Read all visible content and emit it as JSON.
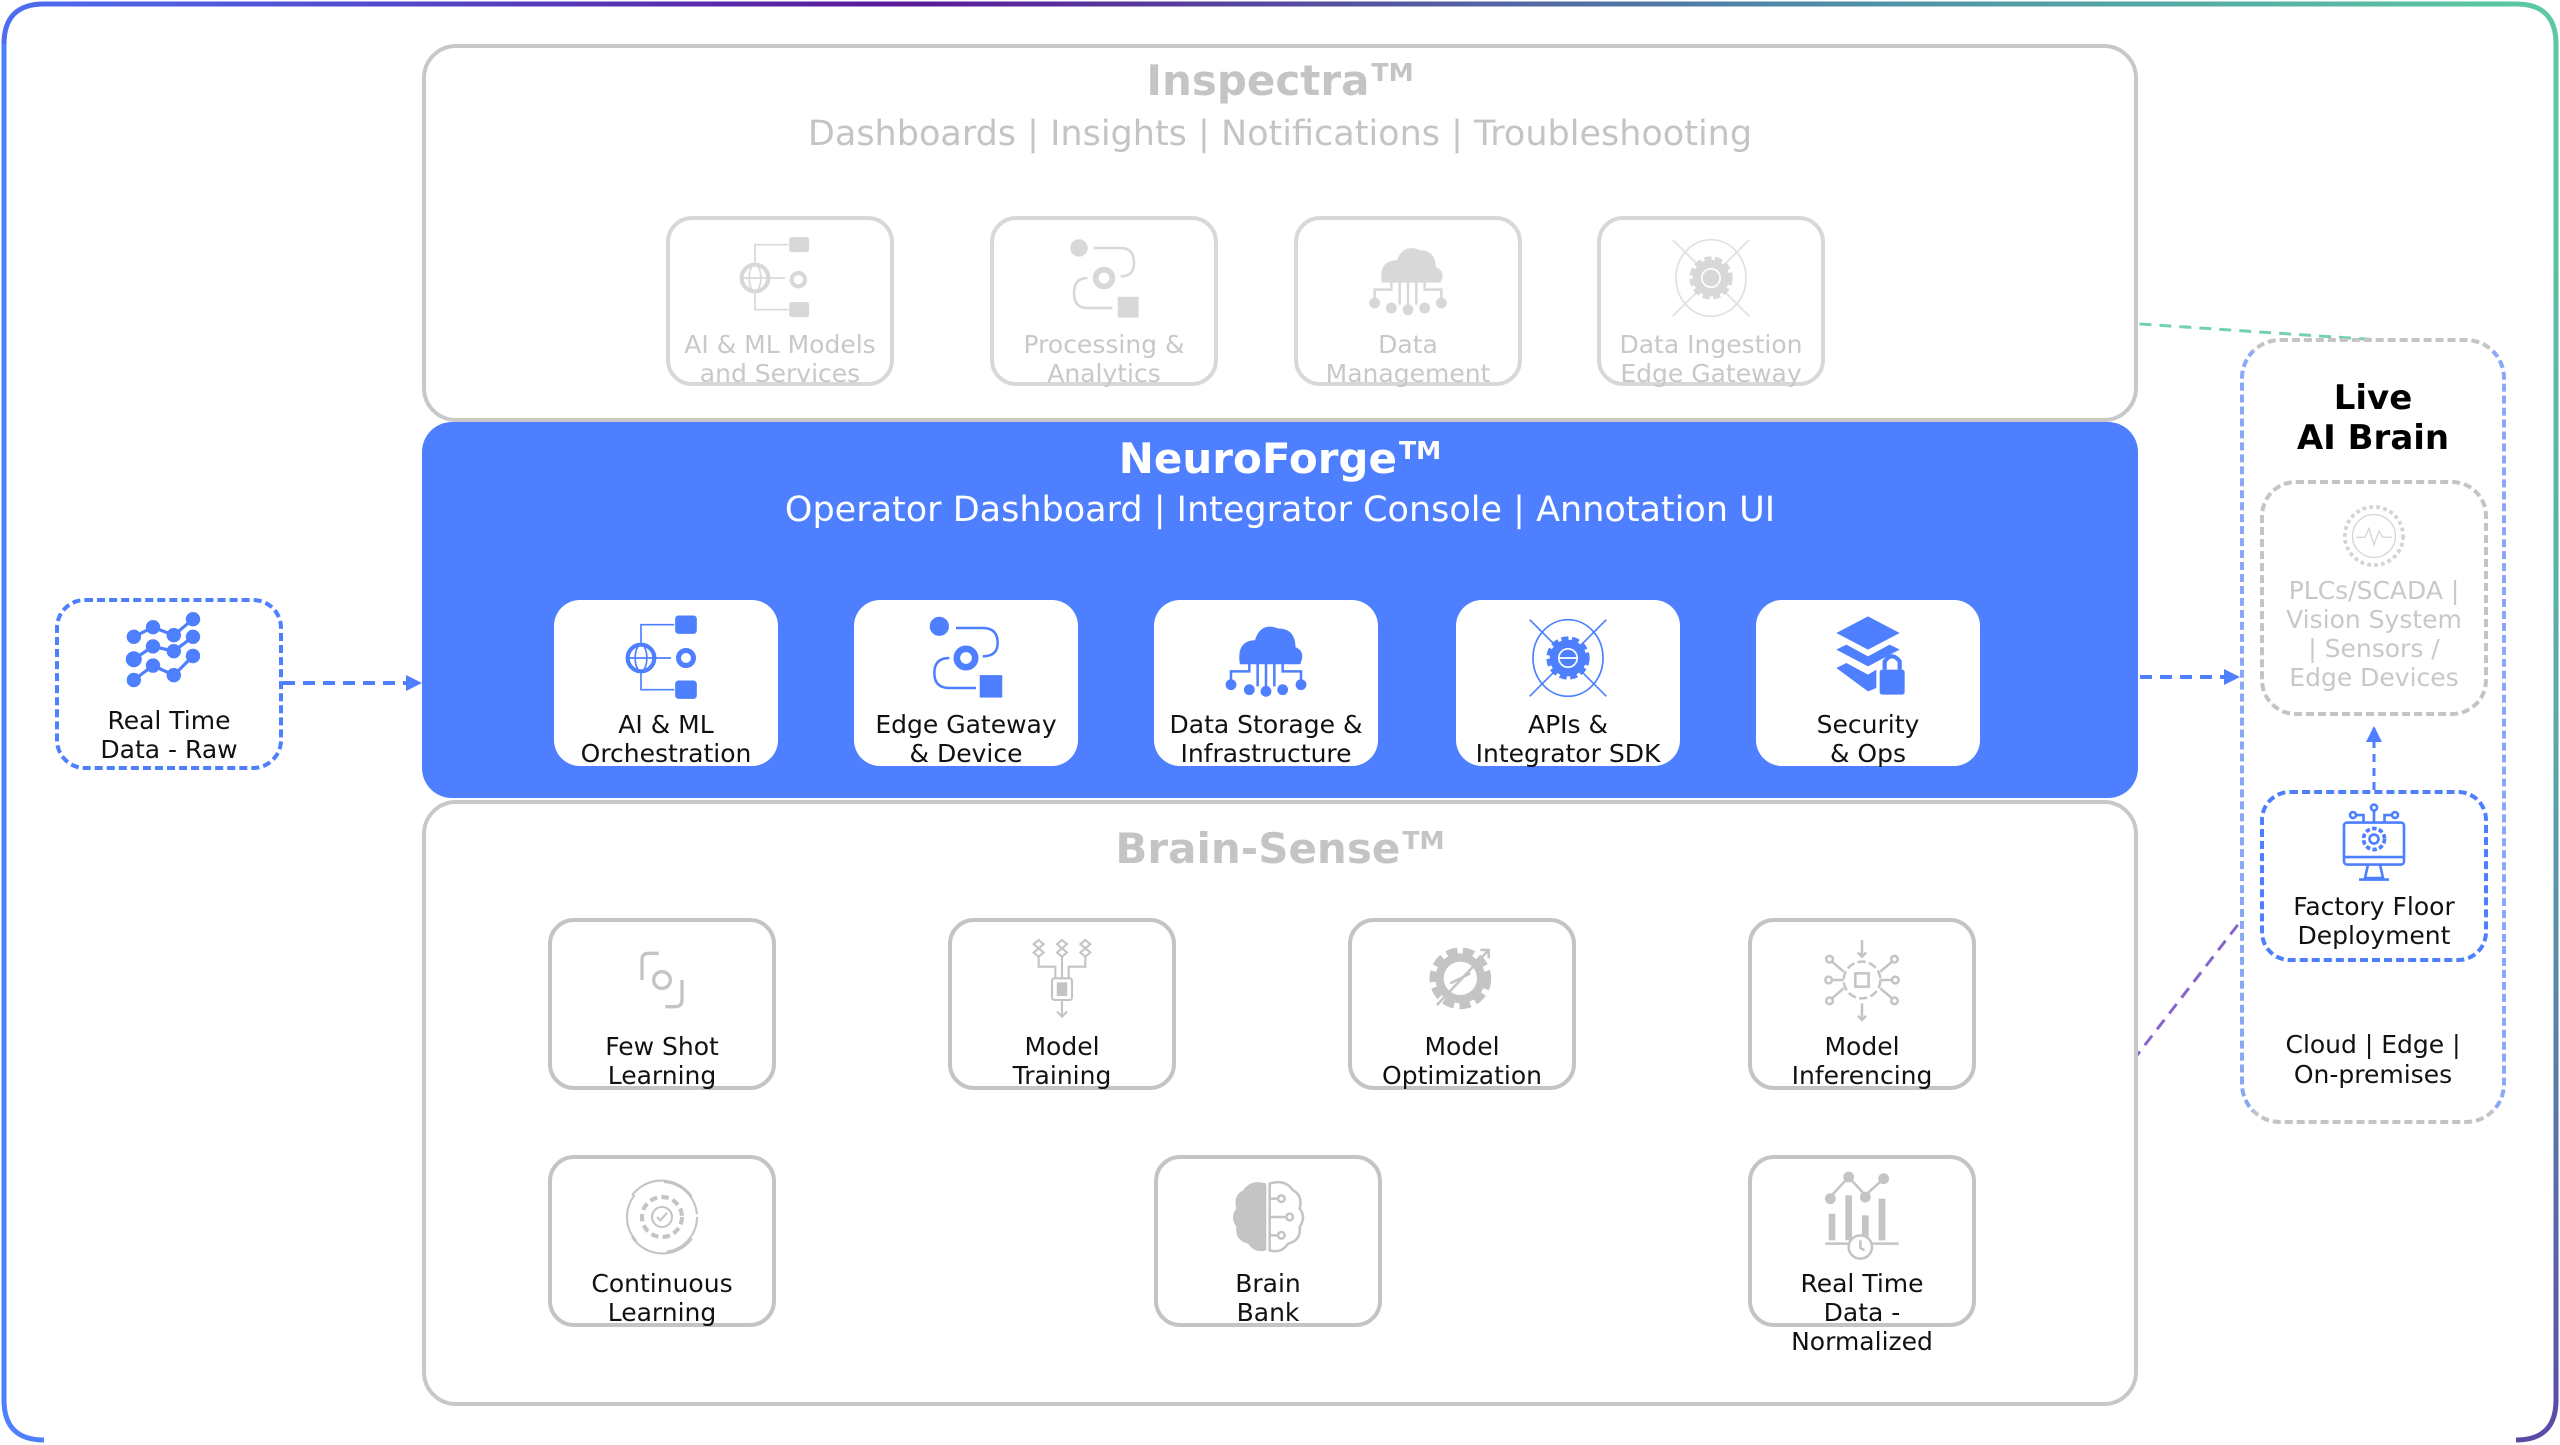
{
  "colors": {
    "accent_blue": "#4d7ffe",
    "faded_grey": "#c8c8c8",
    "border_grey": "#c4c4c4",
    "text_dark": "#111111",
    "frame_gradient": [
      "#4d7ffe",
      "#5b1a99",
      "#5ccaa0"
    ],
    "purple_dash": "#6b3fbf",
    "teal_dash": "#5ccaa0"
  },
  "inspectra": {
    "title": "Inspectra",
    "tm": "TM",
    "subtitle": "Dashboards | Insights | Notifications | Troubleshooting",
    "cards": [
      {
        "label_1": "AI & ML Models",
        "label_2": "and Services",
        "icon": "org-chart-globe-icon"
      },
      {
        "label_1": "Processing &",
        "label_2": "Analytics",
        "icon": "process-cycle-icon"
      },
      {
        "label_1": "Data",
        "label_2": "Management",
        "icon": "cloud-network-icon"
      },
      {
        "label_1": "Data Ingestion",
        "label_2": "Edge Gateway",
        "icon": "gear-globe-arrows-icon"
      }
    ]
  },
  "neuroforge": {
    "title": "NeuroForge",
    "tm": "TM",
    "subtitle": "Operator Dashboard | Integrator Console | Annotation UI",
    "cards": [
      {
        "label_1": "AI & ML",
        "label_2": "Orchestration",
        "icon": "org-chart-globe-icon"
      },
      {
        "label_1": "Edge Gateway",
        "label_2": "& Device",
        "icon": "process-cycle-icon"
      },
      {
        "label_1": "Data Storage &",
        "label_2": "Infrastructure",
        "icon": "cloud-network-icon"
      },
      {
        "label_1": "APIs &",
        "label_2": "Integrator SDK",
        "icon": "gear-globe-arrows-icon"
      },
      {
        "label_1": "Security",
        "label_2": "& Ops",
        "icon": "layers-lock-icon"
      }
    ]
  },
  "brainsense": {
    "title": "Brain-Sense",
    "tm": "TM",
    "cards": {
      "few_shot": {
        "label_1": "Few Shot",
        "label_2": "Learning",
        "icon": "focus-frame-icon"
      },
      "training": {
        "label_1": "Model",
        "label_2": "Training",
        "icon": "chip-network-icon"
      },
      "optimization": {
        "label_1": "Model",
        "label_2": "Optimization",
        "icon": "gear-trend-icon"
      },
      "inferencing": {
        "label_1": "Model",
        "label_2": "Inferencing",
        "icon": "circuit-gear-icon"
      },
      "continuous": {
        "label_1": "Continuous",
        "label_2": "Learning",
        "icon": "gear-cycle-check-icon"
      },
      "brain_bank": {
        "label_1": "Brain",
        "label_2": "Bank",
        "icon": "brain-circuit-icon"
      },
      "rt_normalized": {
        "label_1": "Real Time",
        "label_2": "Data - Normalized",
        "icon": "bar-chart-clock-icon"
      }
    }
  },
  "raw_data": {
    "label_1": "Real Time",
    "label_2": "Data - Raw",
    "icon": "line-chart-multi-icon"
  },
  "live_brain": {
    "title_1": "Live",
    "title_2": "AI Brain",
    "devices": {
      "label_1": "PLCs/SCADA |",
      "label_2": "Vision System",
      "label_3": "| Sensors /",
      "label_4": "Edge Devices",
      "icon": "gear-pulse-icon"
    },
    "factory": {
      "label_1": "Factory Floor",
      "label_2": "Deployment",
      "icon": "monitor-gear-icon"
    },
    "deploy_targets_1": "Cloud | Edge |",
    "deploy_targets_2": "On-premises"
  }
}
